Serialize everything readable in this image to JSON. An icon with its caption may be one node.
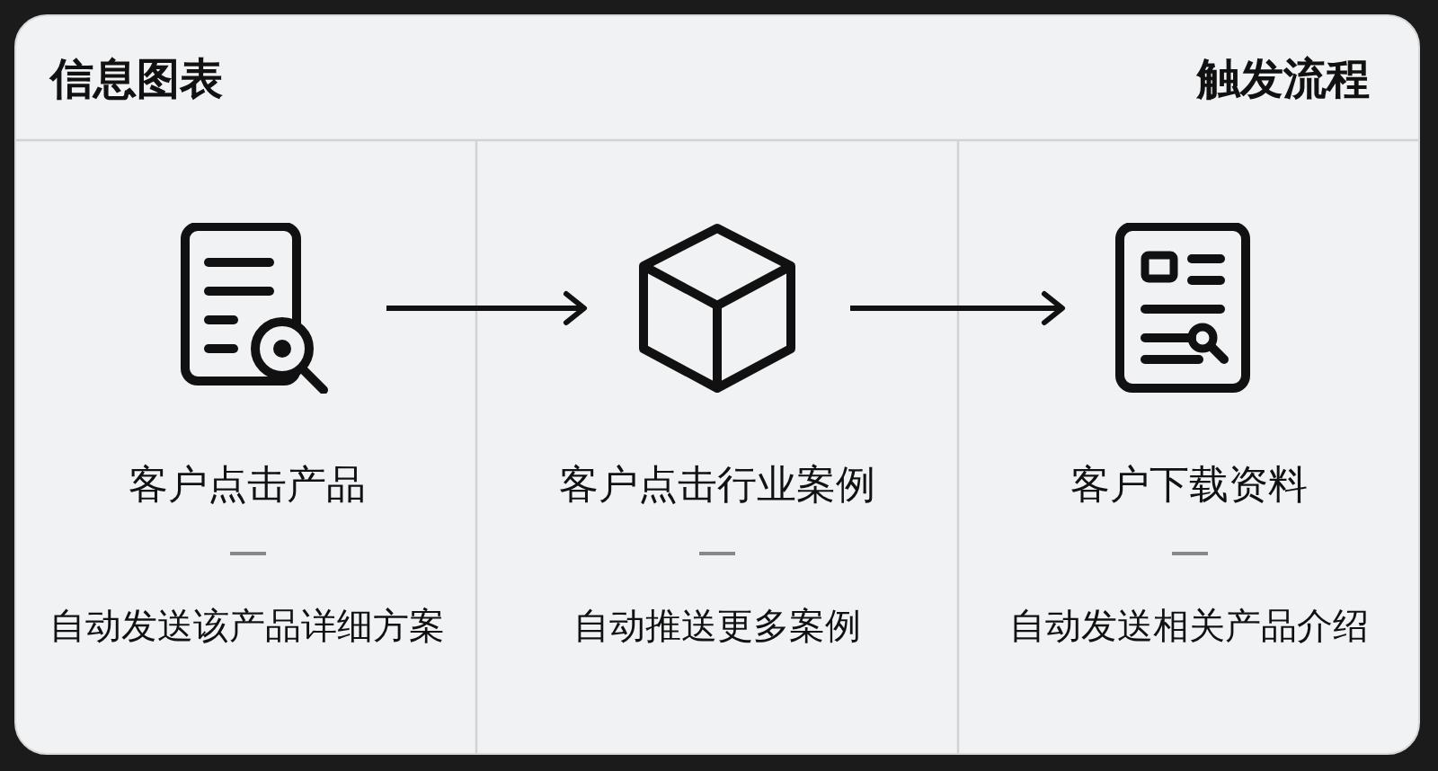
{
  "diagram": {
    "title": "信息图表",
    "nodes": [
      {
        "text": [
          "客户点击产品",
          "自动发送该产品详细方案"
        ]
      },
      {
        "text": [
          "客户点击行业案例",
          "自动推送更多案例"
        ]
      },
      {
        "text": [
          "客户下载资料",
          "自动发送相关产品介绍"
        ]
      },
      {
        "text": [],
        "shape": "document"
      },
      {
        "text": [],
        "shape": "cube"
      },
      {
        "text": [],
        "shape": "document"
      }
    ],
    "edges": [
      {
        "from": 3,
        "to": 4,
        "arrow": "to"
      },
      {
        "from": 4,
        "to": 5,
        "arrow": "to"
      }
    ],
    "labels": [
      "触发流程"
    ]
  }
}
